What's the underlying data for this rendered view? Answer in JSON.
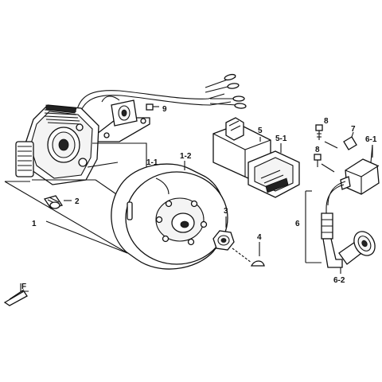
{
  "diagram": {
    "callouts": {
      "c1": "1",
      "c1_1": "1-1",
      "c1_2": "1-2",
      "c2": "2",
      "c3": "3",
      "c4": "4",
      "c5": "5",
      "c5_1": "5-1",
      "c6": "6",
      "c6_1": "6-1",
      "c6_2": "6-2",
      "c7": "7",
      "c8a": "8",
      "c8b": "8",
      "c9": "9"
    },
    "front_marker": "F"
  }
}
